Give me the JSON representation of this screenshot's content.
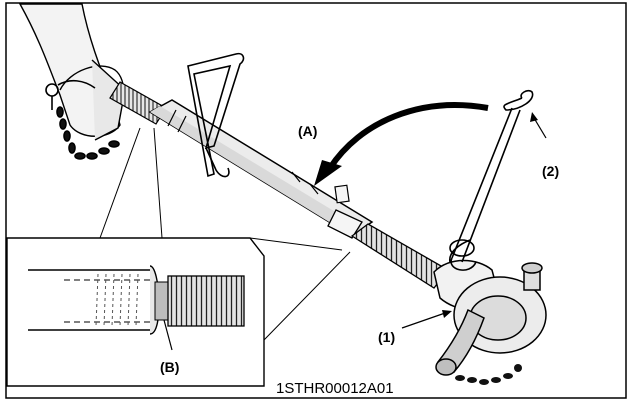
{
  "figure": {
    "labels": {
      "part_1": "(1)",
      "part_2": "(2)",
      "action_a": "(A)",
      "detail_b": "(B)"
    },
    "code": "1STHR00012A01"
  }
}
